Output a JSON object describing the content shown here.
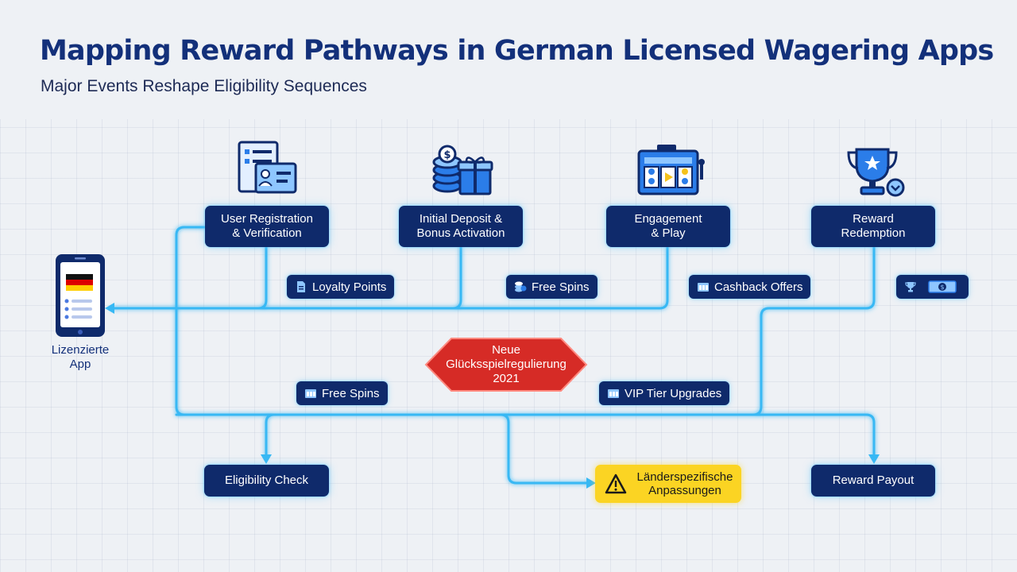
{
  "header": {
    "title": "Mapping Reward Pathways in German Licensed Wagering Apps",
    "subtitle": "Major Events Reshape Eligibility Sequences"
  },
  "app": {
    "label": "Lizenzierte\nApp",
    "icon": "smartphone-german-flag-icon"
  },
  "stages": [
    {
      "label": "User Registration\n& Verification",
      "icon": "id-document-icon"
    },
    {
      "label": "Initial Deposit &\nBonus Activation",
      "icon": "coins-gift-icon"
    },
    {
      "label": "Engagement\n& Play",
      "icon": "slot-machine-icon"
    },
    {
      "label": "Reward\nRedemption",
      "icon": "trophy-icon"
    }
  ],
  "reward_tags_upper": [
    {
      "label": "Loyalty Points",
      "icon": "document-icon"
    },
    {
      "label": "Free Spins",
      "icon": "coins-icon"
    },
    {
      "label": "Cashback Offers",
      "icon": "slot-icon"
    },
    {
      "label": "",
      "icon": "trophy-cash-icon"
    }
  ],
  "reward_tags_lower": [
    {
      "label": "Free Spins",
      "icon": "slot-icon"
    },
    {
      "label": "VIP Tier Upgrades",
      "icon": "slot-icon"
    }
  ],
  "event": {
    "label": "Neue\nGlücksspielregulierung\n2021",
    "color": "#d62b26"
  },
  "outcomes": [
    {
      "label": "Eligibility Check"
    },
    {
      "label": "Länderspezifische\nAnpassungen",
      "icon": "warning-icon",
      "color": "#fbd423"
    },
    {
      "label": "Reward Payout"
    }
  ],
  "colors": {
    "title": "#13307a",
    "node": "#0f2a6b",
    "connector": "#37b8f4",
    "background": "#eef1f5"
  }
}
